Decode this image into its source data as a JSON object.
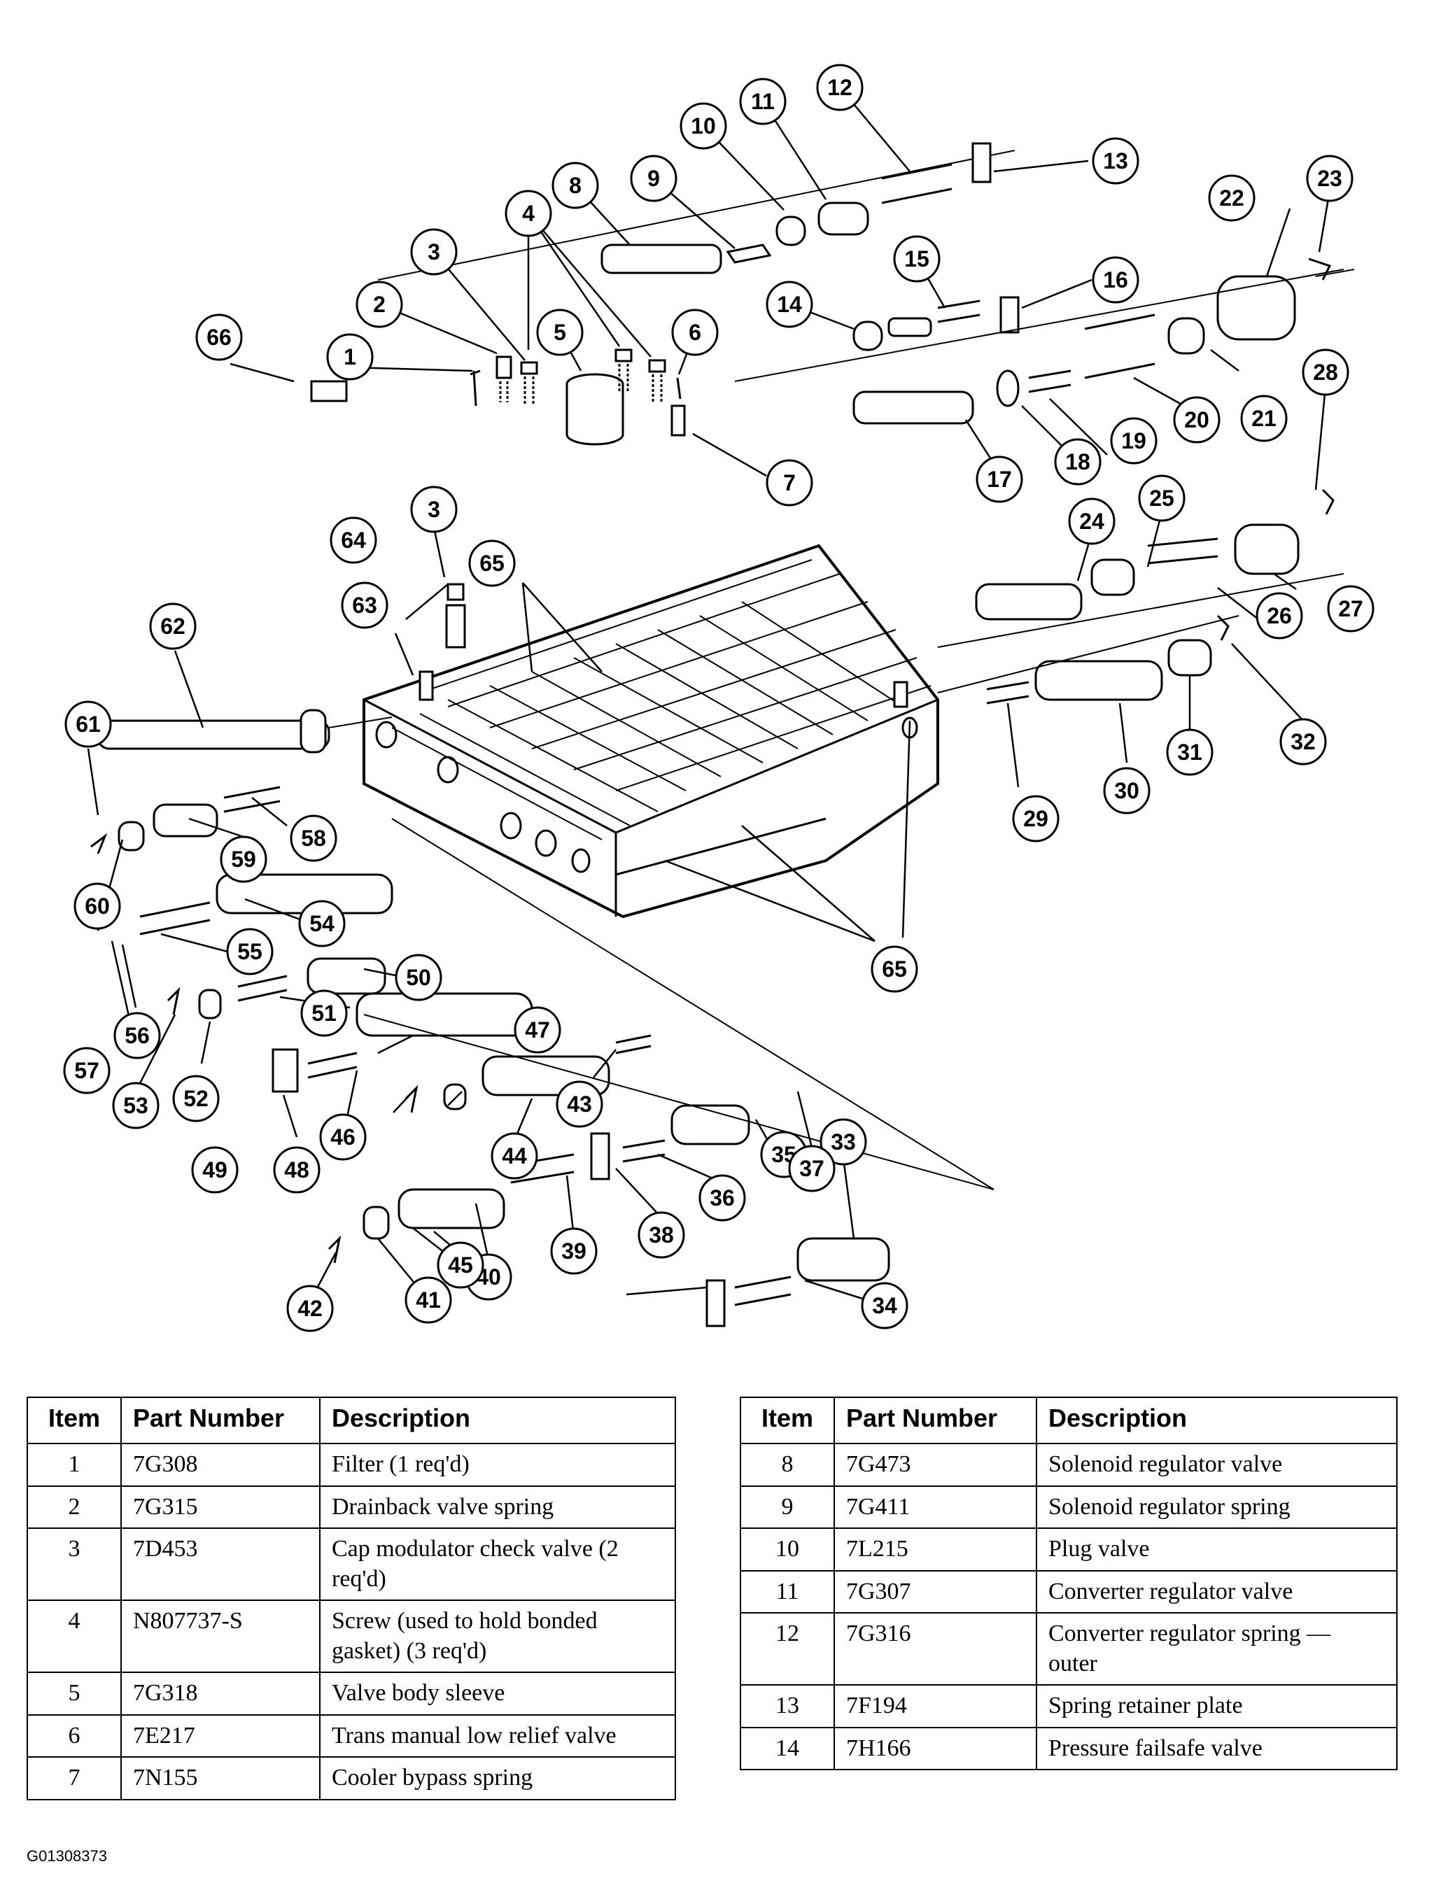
{
  "diagram": {
    "callouts": [
      "1",
      "2",
      "3",
      "3",
      "4",
      "5",
      "6",
      "7",
      "8",
      "9",
      "10",
      "11",
      "12",
      "13",
      "14",
      "15",
      "16",
      "17",
      "18",
      "19",
      "20",
      "21",
      "22",
      "23",
      "24",
      "25",
      "26",
      "27",
      "28",
      "29",
      "30",
      "31",
      "32",
      "33",
      "34",
      "35",
      "36",
      "37",
      "38",
      "39",
      "40",
      "41",
      "42",
      "43",
      "44",
      "45",
      "46",
      "47",
      "48",
      "49",
      "50",
      "51",
      "52",
      "53",
      "54",
      "55",
      "56",
      "57",
      "58",
      "59",
      "60",
      "61",
      "62",
      "63",
      "64",
      "65",
      "65",
      "66"
    ]
  },
  "table_left": {
    "headers": [
      "Item",
      "Part Number",
      "Description"
    ],
    "rows": [
      {
        "item": "1",
        "part": "7G308",
        "desc": "Filter (1 req'd)"
      },
      {
        "item": "2",
        "part": "7G315",
        "desc": "Drainback valve spring"
      },
      {
        "item": "3",
        "part": "7D453",
        "desc": "Cap modulator check valve (2 req'd)"
      },
      {
        "item": "4",
        "part": "N807737-S",
        "desc": "Screw (used to hold bonded gasket) (3 req'd)"
      },
      {
        "item": "5",
        "part": "7G318",
        "desc": "Valve body sleeve"
      },
      {
        "item": "6",
        "part": "7E217",
        "desc": "Trans manual low relief valve"
      },
      {
        "item": "7",
        "part": "7N155",
        "desc": "Cooler bypass spring"
      }
    ]
  },
  "table_right": {
    "headers": [
      "Item",
      "Part Number",
      "Description"
    ],
    "rows": [
      {
        "item": "8",
        "part": "7G473",
        "desc": "Solenoid regulator valve"
      },
      {
        "item": "9",
        "part": "7G411",
        "desc": "Solenoid regulator spring"
      },
      {
        "item": "10",
        "part": "7L215",
        "desc": "Plug valve"
      },
      {
        "item": "11",
        "part": "7G307",
        "desc": "Converter regulator valve"
      },
      {
        "item": "12",
        "part": "7G316",
        "desc": "Converter regulator spring — outer"
      },
      {
        "item": "13",
        "part": "7F194",
        "desc": "Spring retainer plate"
      },
      {
        "item": "14",
        "part": "7H166",
        "desc": "Pressure failsafe valve"
      }
    ]
  },
  "figure_id": "G01308373"
}
